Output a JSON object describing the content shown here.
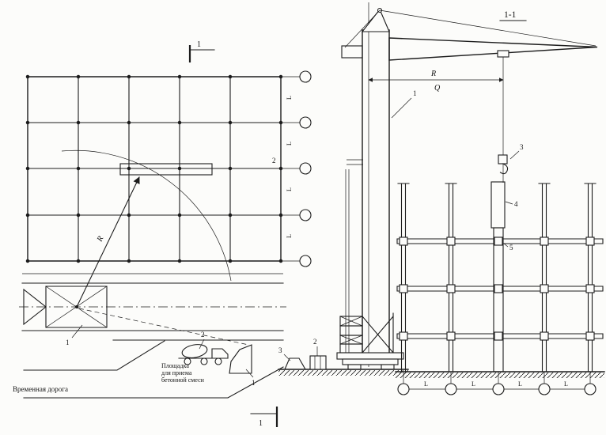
{
  "drawing": {
    "section_label": "1-1",
    "cut_top": "1",
    "cut_bottom": "1",
    "axis_number": "2",
    "radius_plan": "R",
    "radius_elevation": "R",
    "capacity": "Q",
    "spacing": "L",
    "callouts": {
      "plan_crane": "1",
      "plan_truck": "2",
      "plan_ramp": "1",
      "tower": "1",
      "container": "2",
      "bunker": "3",
      "hook": "3",
      "spreader": "4",
      "column": "5"
    },
    "notes": {
      "platform": [
        "Площадка",
        "для приема",
        "бетонной смеси"
      ],
      "road": "Временная дорога"
    }
  }
}
